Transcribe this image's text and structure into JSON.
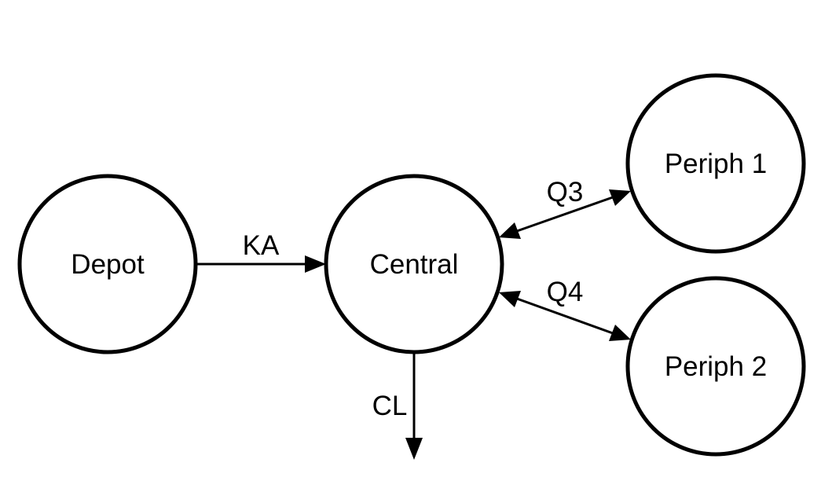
{
  "nodes": {
    "depot": {
      "label": "Depot"
    },
    "central": {
      "label": "Central"
    },
    "periph1": {
      "label": "Periph 1"
    },
    "periph2": {
      "label": "Periph 2"
    }
  },
  "edges": {
    "ka": {
      "label": "KA",
      "from": "Depot",
      "to": "Central",
      "direction": "one-way"
    },
    "q3": {
      "label": "Q3",
      "from": "Central",
      "to": "Periph 1",
      "direction": "two-way"
    },
    "q4": {
      "label": "Q4",
      "from": "Central",
      "to": "Periph 2",
      "direction": "two-way"
    },
    "cl": {
      "label": "CL",
      "from": "Central",
      "to": "",
      "direction": "one-way"
    }
  },
  "colors": {
    "stroke": "#000000",
    "background": "#ffffff"
  }
}
